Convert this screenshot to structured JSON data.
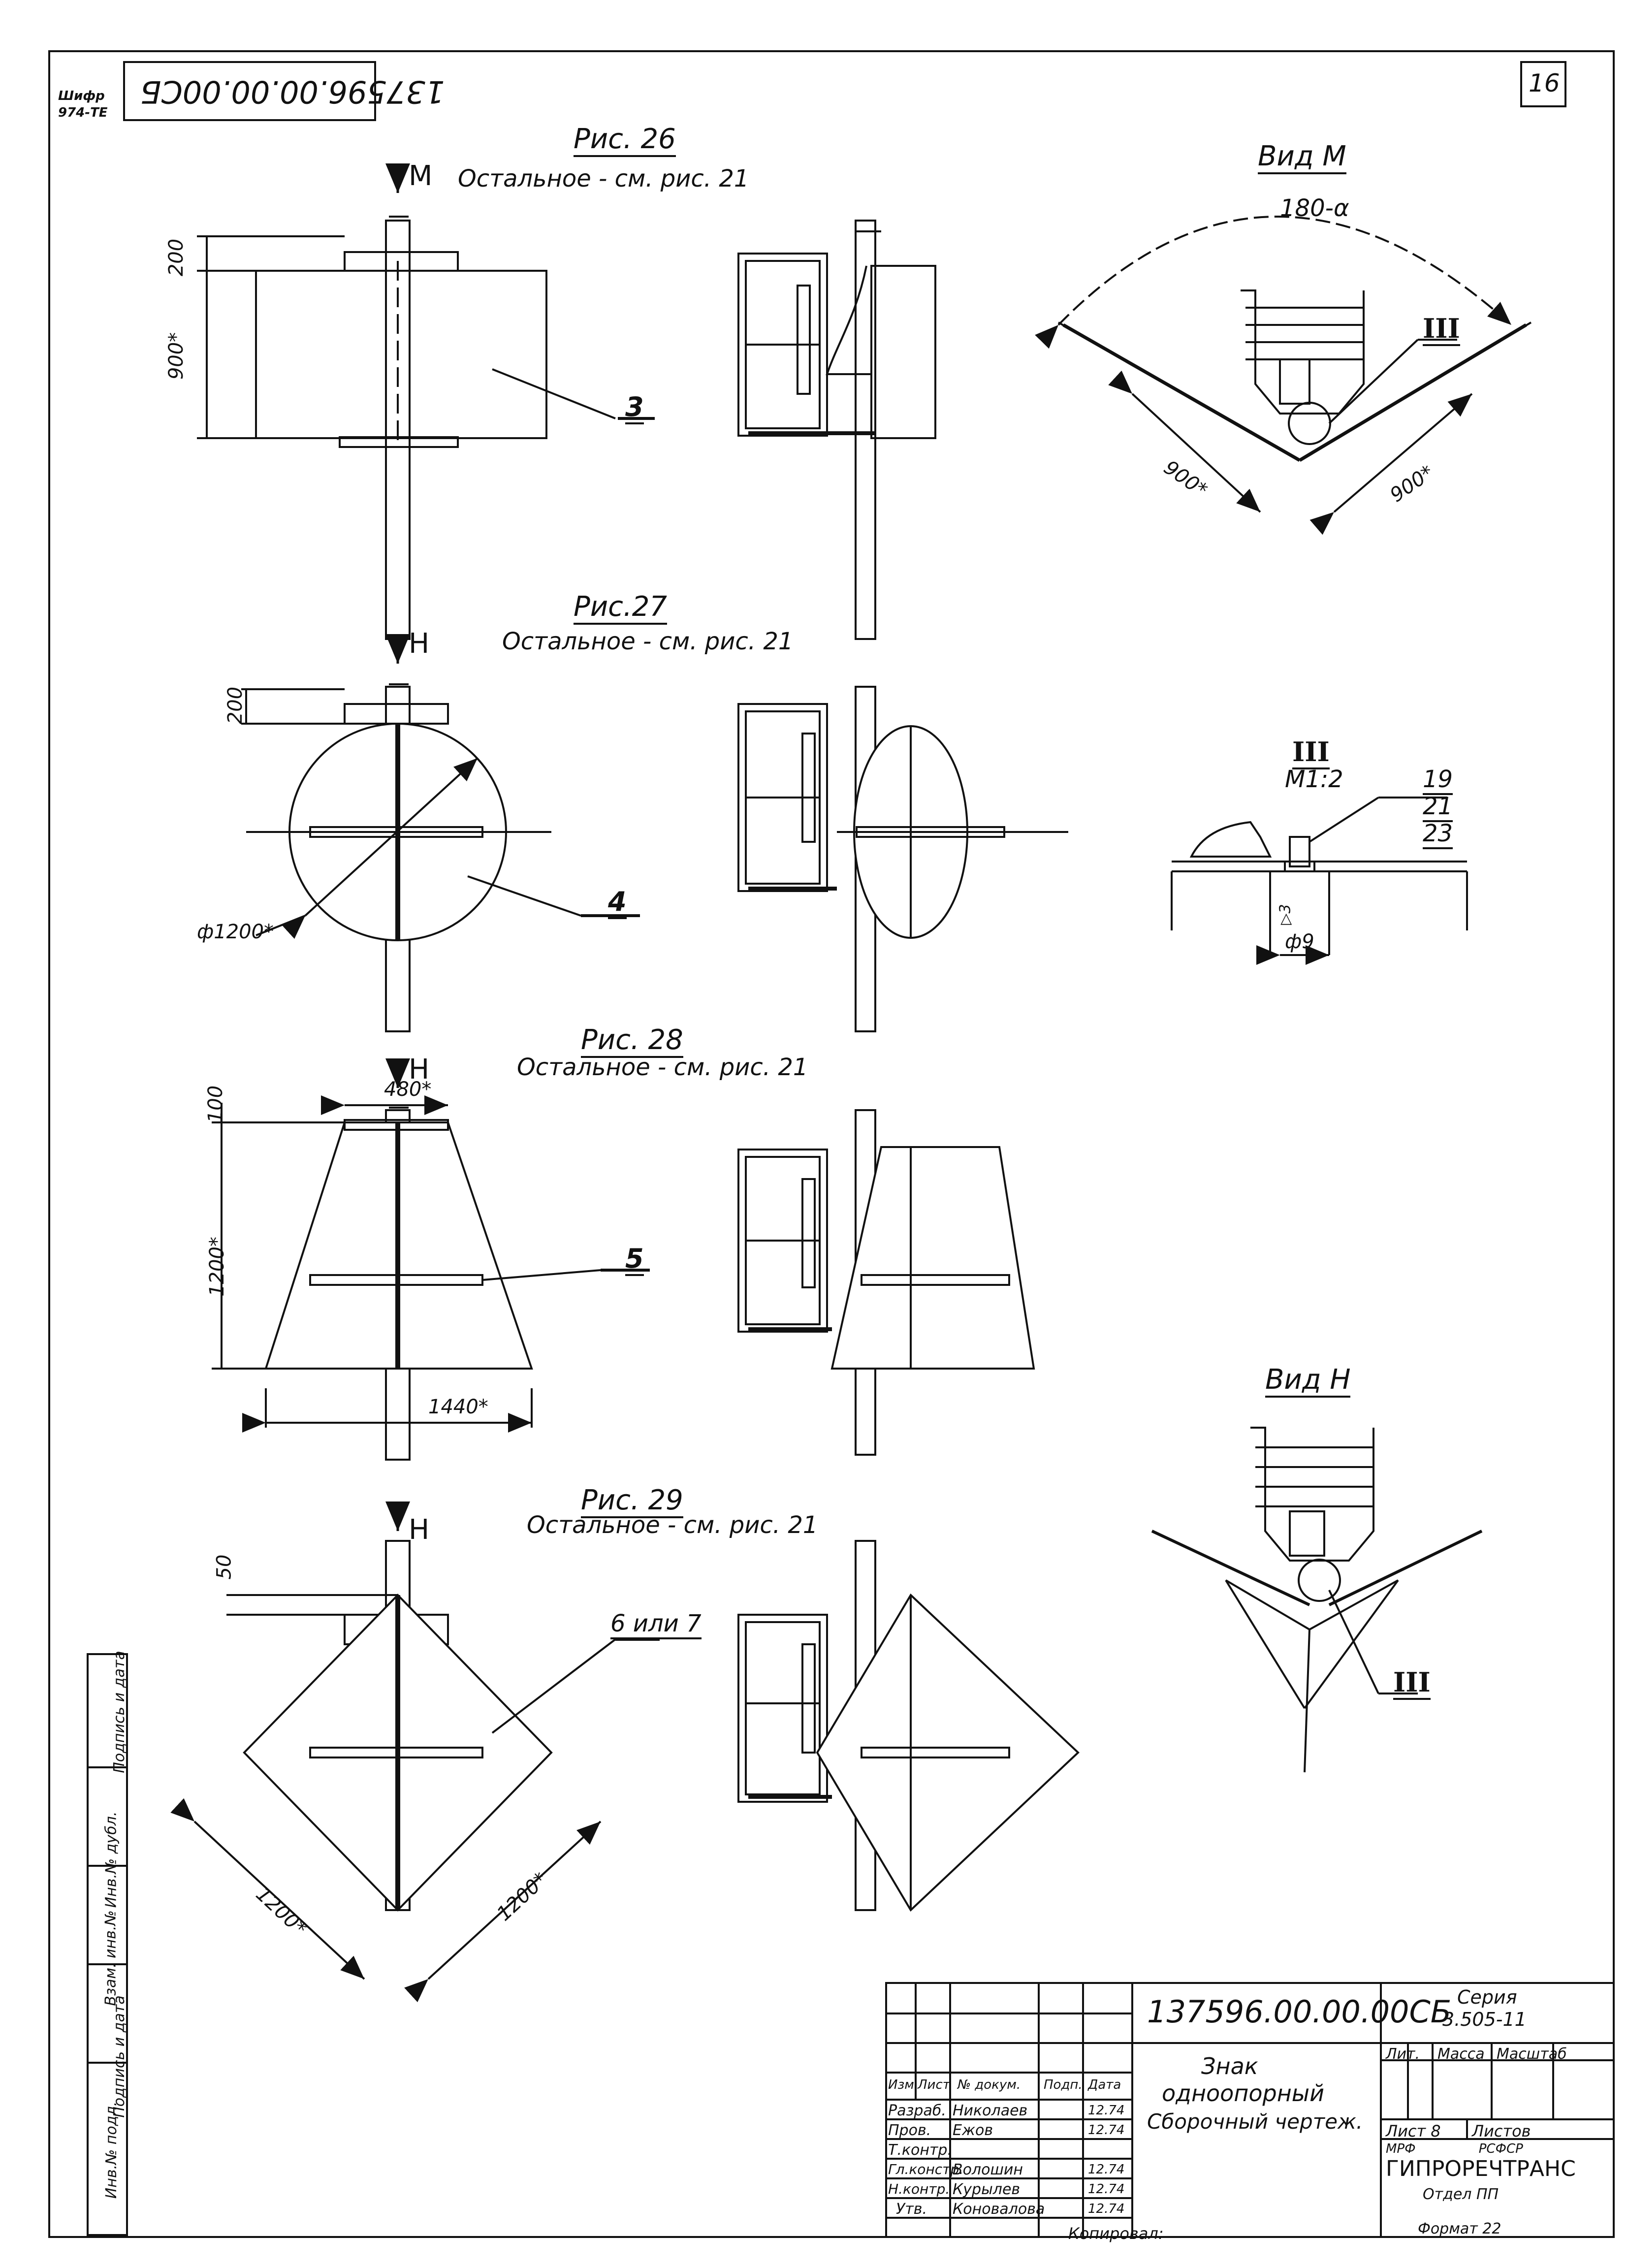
{
  "header": {
    "doc_code_rotated": "137596.00.00.00СБ",
    "sheet_number": "16",
    "corner_stamp_a": "Шифр",
    "corner_stamp_b": "974-ТЕ"
  },
  "figures": {
    "fig26": {
      "caption": "Рис. 26",
      "view_letter": "М",
      "note": "Остальное - см. рис. 21",
      "dim_top": "200",
      "dim_height": "900*",
      "callout": "3"
    },
    "fig27": {
      "caption": "Рис.27",
      "view_letter": "Н",
      "note": "Остальное - см. рис. 21",
      "dim_top": "200",
      "dim_diameter": "ф1200*",
      "callout": "4"
    },
    "fig28": {
      "caption": "Рис. 28",
      "view_letter": "Н",
      "note": "Остальное - см. рис. 21",
      "dim_top": "100",
      "dim_top_width": "480*",
      "dim_height": "1200*",
      "dim_bottom": "1440*",
      "callout": "5"
    },
    "fig29": {
      "caption": "Рис. 29",
      "view_letter": "Н",
      "note": "Остальное - см. рис. 21",
      "dim_top": "50",
      "dim_left": "1200*",
      "dim_right": "1200*",
      "callout": "6 или 7"
    }
  },
  "views": {
    "view_m": {
      "caption": "Вид М",
      "angle": "180-α",
      "dim_left": "900*",
      "dim_right": "900*",
      "detail_ref": "III"
    },
    "detail_iii": {
      "caption": "III",
      "scale": "М1:2",
      "refs": [
        "19",
        "21",
        "23"
      ],
      "dim_hole": "ф9",
      "dim_depth": "▷3"
    },
    "view_n": {
      "caption": "Вид Н",
      "detail_ref": "III"
    }
  },
  "side_stamp": [
    "Инв.№ подл.",
    "Подпись и дата",
    "Взам. инв.№",
    "Инв.№ дубл.",
    "Подпись и дата"
  ],
  "title_block": {
    "doc_code": "137596.00.00.00СБ",
    "series_label": "Серия",
    "series_value": "3.505-11",
    "title_lines": [
      "Знак",
      "одноопорный",
      "Сборочный чертеж."
    ],
    "col_headers": [
      "Изм.",
      "Лист",
      "№ докум.",
      "Подп.",
      "Дата"
    ],
    "lit_headers": [
      "Лит.",
      "Масса",
      "Масштаб"
    ],
    "rows": [
      {
        "role": "Разраб.",
        "name": "Николаев",
        "date": "12.74"
      },
      {
        "role": "Пров.",
        "name": "Ежов",
        "date": "12.74"
      },
      {
        "role": "Т.контр.",
        "name": "",
        "date": ""
      },
      {
        "role": "Гл.констр.",
        "name": "Волошин",
        "date": "12.74"
      },
      {
        "role": "Н.контр.",
        "name": "Курылев",
        "date": "12.74"
      },
      {
        "role": "Утв.",
        "name": "Коновалова",
        "date": "12.74"
      }
    ],
    "sheet_label": "Лист 8",
    "sheets_label": "Листов",
    "org_top": "МРФ РСФСР",
    "org_name": "ГИПРОРЕЧТРАНС",
    "org_dept": "Отдел ПП",
    "copied": "Копировал:",
    "format": "Формат 22"
  }
}
